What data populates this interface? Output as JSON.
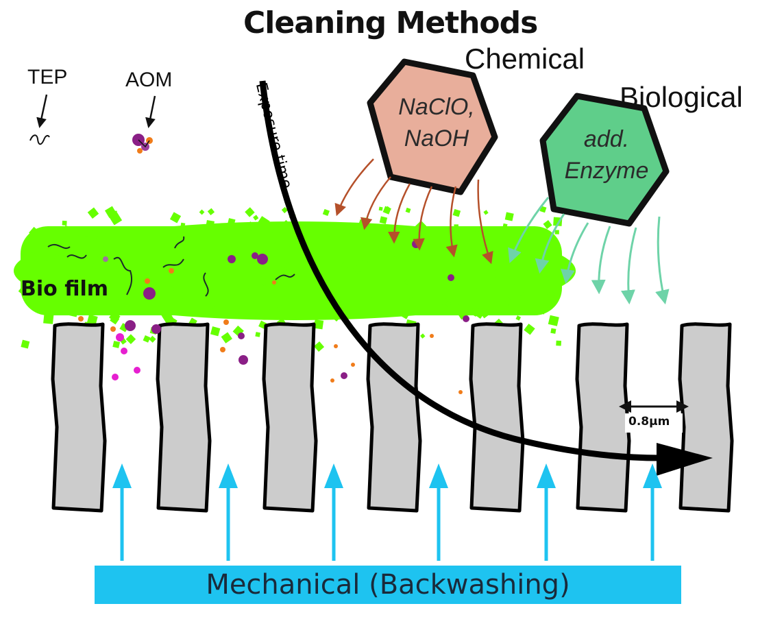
{
  "diagram": {
    "title": "Cleaning Methods",
    "categories": {
      "chemical": "Chemical",
      "biological": "Biological",
      "mechanical": "Mechanical (Backwashing)"
    },
    "agents": {
      "chemical_line1": "NaClO,",
      "chemical_line2": "NaOH",
      "biological_line1": "add.",
      "biological_line2": "Enzyme"
    },
    "legend": {
      "tep": "TEP",
      "aom": "AOM"
    },
    "biofilm_label": "Bio film",
    "exposure_label": "Exposure time",
    "pore_size_label": "0.8µm",
    "colors": {
      "biofilm": "#66ff00",
      "membrane": "#cccccc",
      "chemical_hex": "#e8ae9b",
      "chemical_arrow": "#b5502a",
      "biological_hex": "#5fce8a",
      "biological_arrow": "#6ed3a8",
      "mechanical": "#1ec3f0",
      "aom_purple": "#8a1f86",
      "aom_orange": "#f07c1a",
      "magenta": "#e61fd0"
    }
  }
}
